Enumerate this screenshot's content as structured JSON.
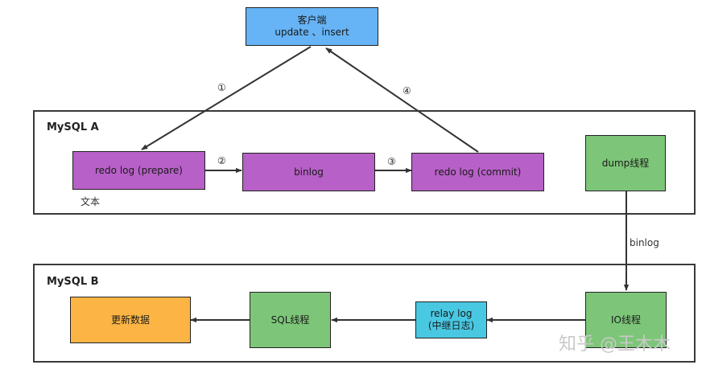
{
  "client": {
    "title": "客户端",
    "subtitle": "update 、insert"
  },
  "groups": {
    "mysql_a": {
      "title": "MySQL A"
    },
    "mysql_b": {
      "title": "MySQL B"
    }
  },
  "nodes": {
    "redo_prepare": "redo log (prepare)",
    "binlog": "binlog",
    "redo_commit": "redo log (commit)",
    "dump_thread": "dump线程",
    "io_thread": "IO线程",
    "relay_log": {
      "line1": "relay log",
      "line2": "(中继日志)"
    },
    "sql_thread": "SQL线程",
    "update_data": "更新数据"
  },
  "labels": {
    "text_note": "文本",
    "binlog_edge": "binlog"
  },
  "steps": {
    "s1": "①",
    "s2": "②",
    "s3": "③",
    "s4": "④"
  },
  "watermark": "知乎 @王木木",
  "colors": {
    "client": "#66b3f5",
    "purple": "#b760c7",
    "green": "#7dc679",
    "cyan": "#49c8e2",
    "orange": "#fcb544"
  }
}
